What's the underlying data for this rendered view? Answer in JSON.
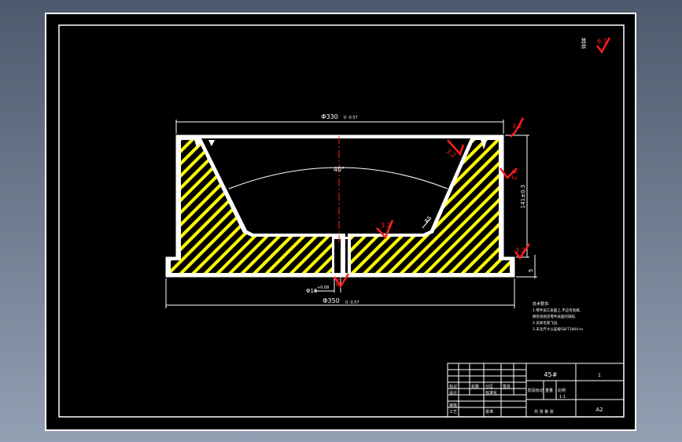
{
  "drawing": {
    "roughness_rest": {
      "label": "其余",
      "value": "6.3"
    },
    "dims": {
      "top_diameter": "Φ330",
      "top_tol": "0\n-0.57",
      "bottom_diameter": "Φ350",
      "bottom_tol": "0\n-0.57",
      "center_hole": "Φ16",
      "center_hole_tol": "+0.08",
      "angle": "40°",
      "height": "141±0.3",
      "step": "5"
    },
    "radius": "R5",
    "roughness_marks": [
      "3.2",
      "3.2",
      "3.2",
      "3.2",
      "3.2",
      "3.2"
    ],
    "notes": {
      "title": "技术要求:",
      "lines": [
        "1.零件加工表面上,不应有划痕,",
        "擦伤等损伤零件表面的缺陷.",
        "2.去除毛刺飞边.",
        "3.未注尺寸公差按GB/T1804-m"
      ]
    },
    "title_block": {
      "material": "45#",
      "scale": "1:1",
      "sheet_size": "A2",
      "count": "1",
      "labels": {
        "mark": "标记",
        "qty": "处数",
        "zone": "分区",
        "change_doc": "更改文件号",
        "sign": "签名",
        "date": "年月日",
        "design": "设计",
        "standardize": "标准化",
        "stage_mark": "阶段标记",
        "weight": "重量",
        "ratio": "比例",
        "review": "审核",
        "process": "工艺",
        "approve": "批准",
        "sheets": "共 张 第 张"
      }
    }
  }
}
